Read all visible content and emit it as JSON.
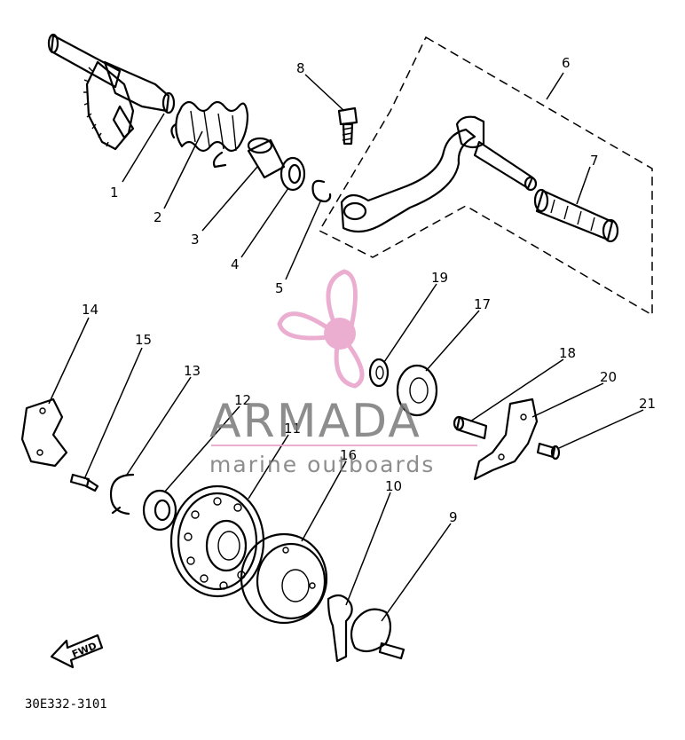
{
  "diagram": {
    "part_numbers": [
      "1",
      "2",
      "3",
      "4",
      "5",
      "6",
      "7",
      "8",
      "9",
      "10",
      "11",
      "12",
      "13",
      "14",
      "15",
      "16",
      "17",
      "18",
      "19",
      "20",
      "21"
    ],
    "drawing_code": "30E332-3101",
    "fwd_label": "FWD"
  },
  "watermark": {
    "brand": "ARMADA",
    "tagline": "marine outboards",
    "logo_icon": "propeller-icon",
    "accent_color": "#e8a0c8"
  }
}
